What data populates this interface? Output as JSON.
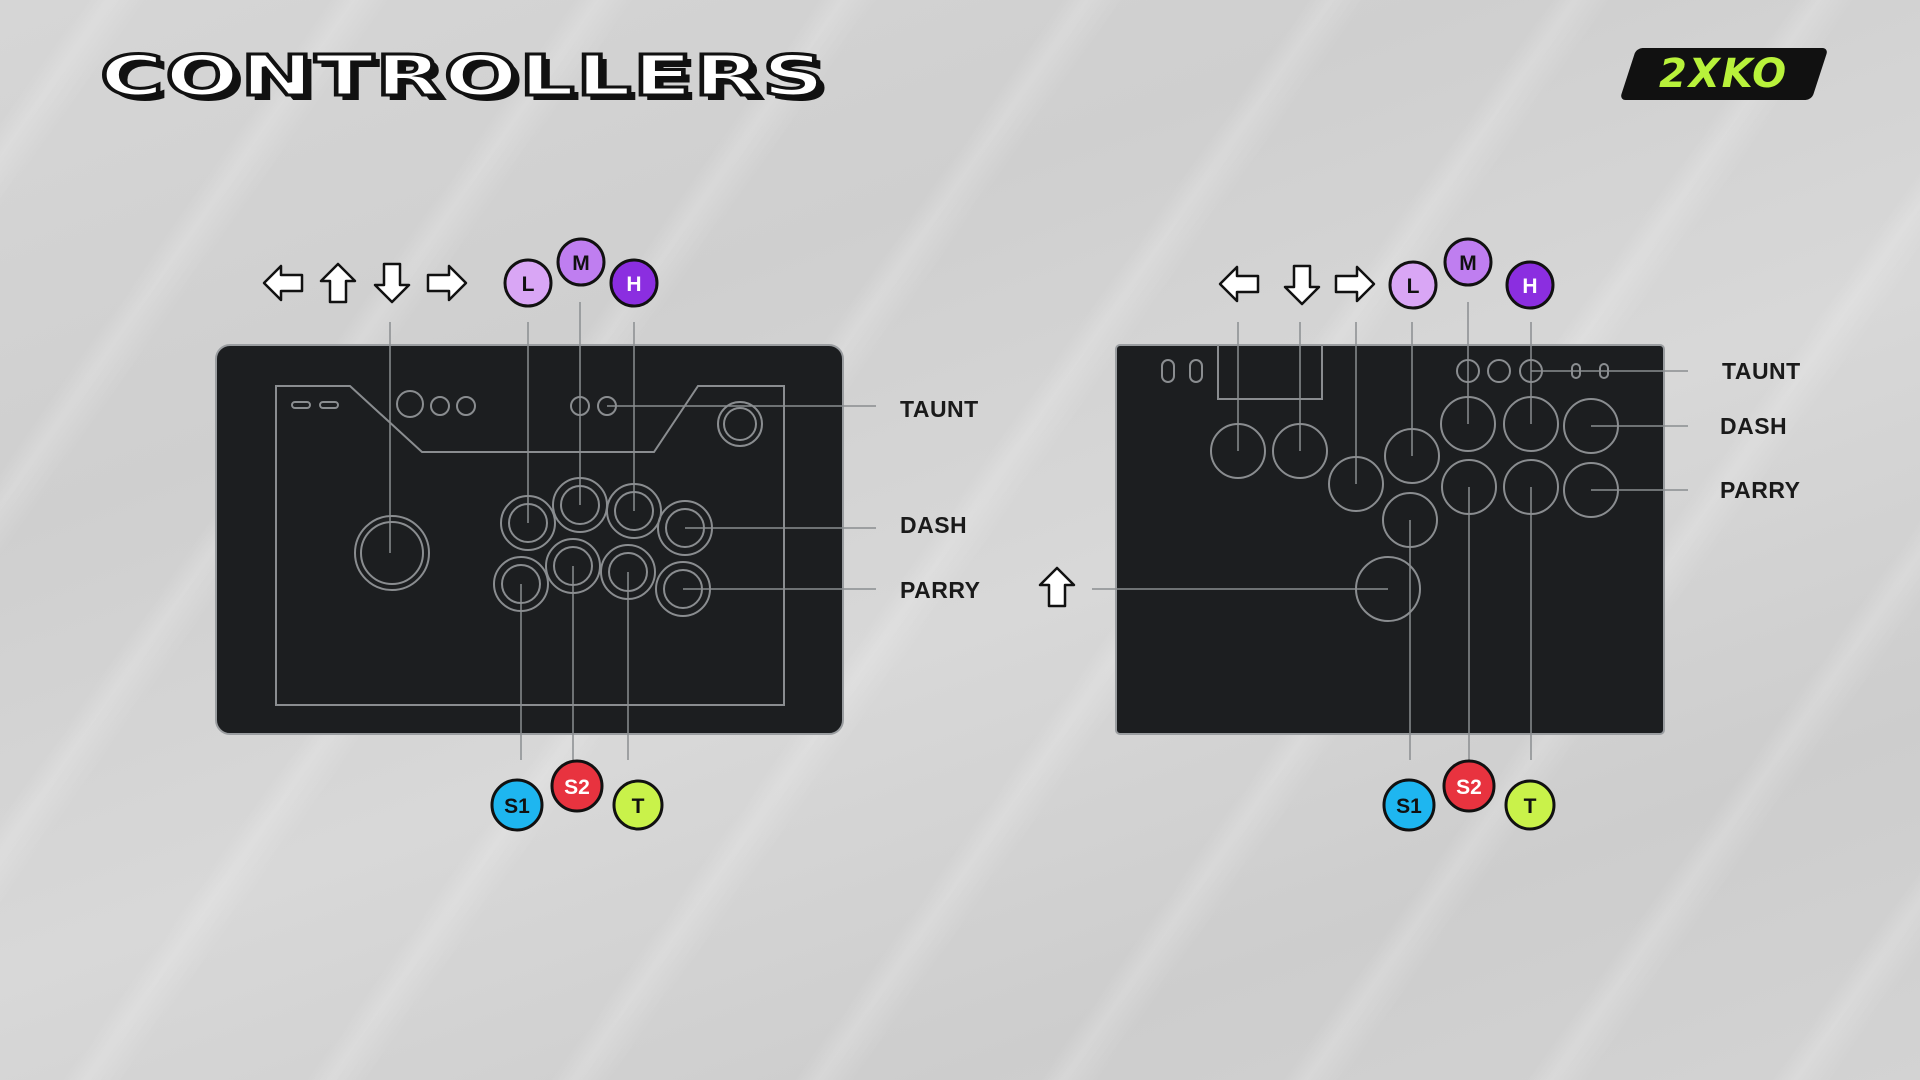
{
  "header": {
    "title": "CONTROLLERS",
    "logo_text": "2XKO"
  },
  "colors": {
    "controller_body": "#1c1e20",
    "outline": "#8a8d90",
    "L": "#d9a6f5",
    "M": "#bf7ef0",
    "H": "#8b2ee0",
    "S1": "#1eb6f0",
    "S2": "#e8333f",
    "T": "#c9f24a"
  },
  "left_controller": {
    "direction_icons": [
      "arrow-left-icon",
      "arrow-up-icon",
      "arrow-down-icon",
      "arrow-right-icon"
    ],
    "top_buttons": [
      "L",
      "M",
      "H"
    ],
    "bottom_buttons": [
      "S1",
      "S2",
      "T"
    ],
    "side_labels": [
      "TAUNT",
      "DASH",
      "PARRY"
    ]
  },
  "right_controller": {
    "direction_icons": [
      "arrow-left-icon",
      "arrow-down-icon",
      "arrow-right-icon",
      "arrow-up-icon"
    ],
    "top_buttons": [
      "L",
      "M",
      "H"
    ],
    "bottom_buttons": [
      "S1",
      "S2",
      "T"
    ],
    "side_labels": [
      "TAUNT",
      "DASH",
      "PARRY"
    ]
  }
}
